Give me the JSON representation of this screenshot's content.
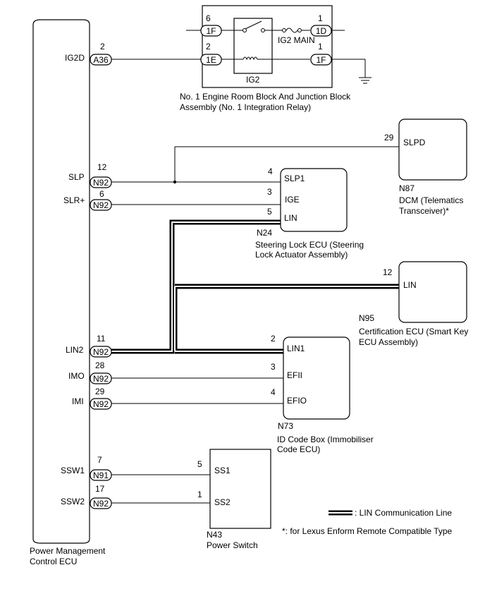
{
  "pmecu": {
    "name": "Power Management Control ECU",
    "lines": [
      "Power Management",
      "Control ECU"
    ],
    "terminals": [
      {
        "label": "IG2D",
        "pin": "2",
        "conn": "A36"
      },
      {
        "label": "SLP",
        "pin": "12",
        "conn": "N92"
      },
      {
        "label": "SLR+",
        "pin": "6",
        "conn": "N92"
      },
      {
        "label": "LIN2",
        "pin": "11",
        "conn": "N92"
      },
      {
        "label": "IMO",
        "pin": "28",
        "conn": "N92"
      },
      {
        "label": "IMI",
        "pin": "29",
        "conn": "N92"
      },
      {
        "label": "SSW1",
        "pin": "7",
        "conn": "N91"
      },
      {
        "label": "SSW2",
        "pin": "17",
        "conn": "N92"
      }
    ]
  },
  "relay_block": {
    "caption": [
      "No. 1 Engine Room Block And Junction Block",
      "Assembly (No. 1 Integration Relay)"
    ],
    "relay_name": "IG2",
    "fuse_name": "IG2 MAIN",
    "terminals": [
      {
        "pin": "6",
        "conn": "1F"
      },
      {
        "pin": "2",
        "conn": "1E"
      },
      {
        "pin": "1",
        "conn": "1D"
      },
      {
        "pin": "1",
        "conn": "1F"
      }
    ]
  },
  "dcm": {
    "code": "N87",
    "caption": [
      "DCM (Telematics",
      "Transceiver)*"
    ],
    "pin": "29",
    "terminal": "SLPD"
  },
  "steering_lock": {
    "code": "N24",
    "caption": [
      "Steering Lock ECU (Steering",
      "Lock Actuator Assembly)"
    ],
    "terminals": [
      {
        "pin": "4",
        "name": "SLP1"
      },
      {
        "pin": "3",
        "name": "IGE"
      },
      {
        "pin": "5",
        "name": "LIN"
      }
    ]
  },
  "cert_ecu": {
    "code": "N95",
    "caption": [
      "Certification ECU (Smart Key",
      "ECU Assembly)"
    ],
    "pin": "12",
    "terminal": "LIN"
  },
  "id_code_box": {
    "code": "N73",
    "caption": [
      "ID Code Box (Immobiliser",
      "Code ECU)"
    ],
    "terminals": [
      {
        "pin": "2",
        "name": "LIN1"
      },
      {
        "pin": "3",
        "name": "EFII"
      },
      {
        "pin": "4",
        "name": "EFIO"
      }
    ]
  },
  "power_switch": {
    "code": "N43",
    "name": "Power Switch",
    "terminals": [
      {
        "pin": "5",
        "name": "SS1"
      },
      {
        "pin": "1",
        "name": "SS2"
      }
    ]
  },
  "legend": {
    "lin_line": ": LIN Communication Line",
    "footnote": "*: for Lexus Enform Remote Compatible Type"
  }
}
